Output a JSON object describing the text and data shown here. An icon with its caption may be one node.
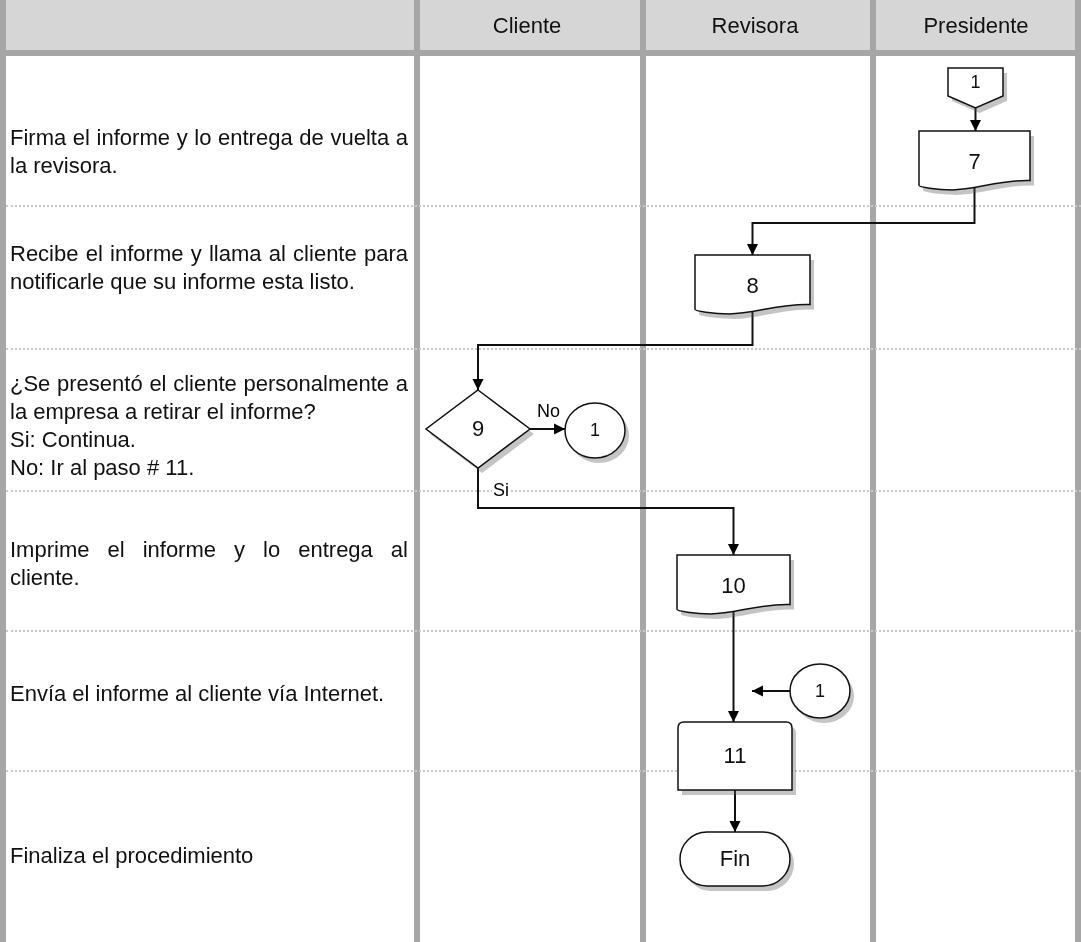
{
  "diagram": {
    "nodes": [
      {
        "text": [
          "1"
        ]
      },
      {
        "text": [
          "7"
        ]
      },
      {
        "text": [
          "8"
        ]
      },
      {
        "text": [
          "9"
        ]
      },
      {
        "text": [
          "1"
        ]
      },
      {
        "text": [
          "10"
        ]
      },
      {
        "text": [
          "1"
        ]
      },
      {
        "text": [
          "11"
        ]
      },
      {
        "text": [
          "Fin"
        ]
      }
    ],
    "edges": [
      {
        "from": 0,
        "to": 1,
        "arrow": "to"
      },
      {
        "from": 1,
        "to": 2,
        "arrow": "to"
      },
      {
        "from": 2,
        "to": 3,
        "arrow": "to"
      },
      {
        "from": 3,
        "to": 4,
        "arrow": "to",
        "label": "No"
      },
      {
        "from": 3,
        "to": 5,
        "arrow": "to",
        "label": "Si"
      },
      {
        "from": 5,
        "to": 7,
        "arrow": "to"
      },
      {
        "from": 6,
        "to": 7,
        "arrow": "to"
      },
      {
        "from": 7,
        "to": 8,
        "arrow": "to"
      }
    ],
    "labels": [
      "Cliente",
      "Revisora",
      "Presidente",
      "Firma el informe y lo entrega de vuelta a la revisora.",
      "Recibe el informe y llama al cliente para notificarle que su informe esta listo.",
      "¿Se presentó el cliente personalmente a la empresa a retirar el informe?",
      "Si: Continua.",
      "No: Ir al paso # 11.",
      "Imprime el informe y lo entrega al cliente.",
      "Envía el informe al cliente vía Internet.",
      "Finaliza el procedimiento"
    ]
  }
}
